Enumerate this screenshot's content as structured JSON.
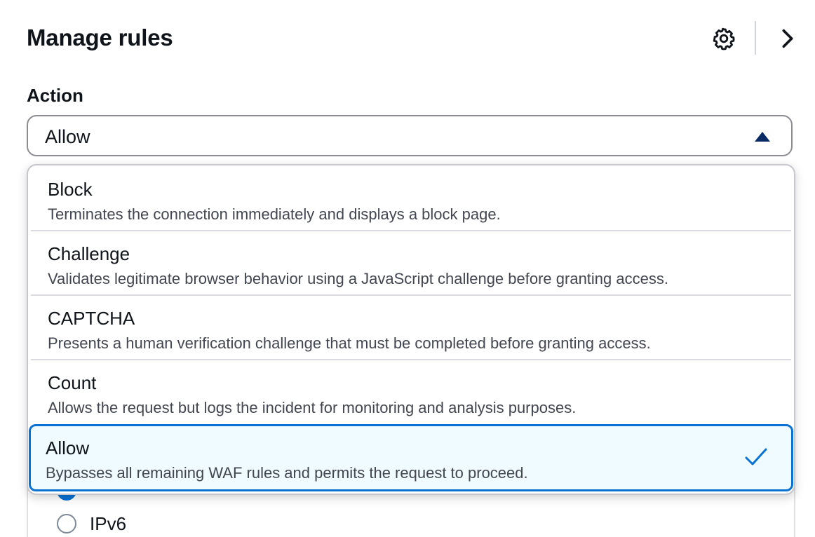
{
  "header": {
    "title": "Manage rules"
  },
  "form": {
    "action_label": "Action",
    "action_value": "Allow"
  },
  "dropdown": {
    "options": [
      {
        "label": "Block",
        "description": "Terminates the connection immediately and displays a block page."
      },
      {
        "label": "Challenge",
        "description": "Validates legitimate browser behavior using a JavaScript challenge before granting access."
      },
      {
        "label": "CAPTCHA",
        "description": "Presents a human verification challenge that must be completed before granting access."
      },
      {
        "label": "Count",
        "description": "Allows the request but logs the incident for monitoring and analysis purposes."
      },
      {
        "label": "Allow",
        "description": "Bypasses all remaining WAF rules and permits the request to proceed."
      }
    ],
    "selected_index": 4
  },
  "ip_version": {
    "option_ipv6": "IPv6"
  },
  "icons": {
    "settings": "gear-icon",
    "collapse": "chevron-right-icon",
    "dropdown_caret": "caret-up-icon",
    "selected": "check-icon"
  },
  "colors": {
    "accent": "#0972d3",
    "selected_bg": "#f0fbff",
    "caret": "#0a2a66"
  }
}
